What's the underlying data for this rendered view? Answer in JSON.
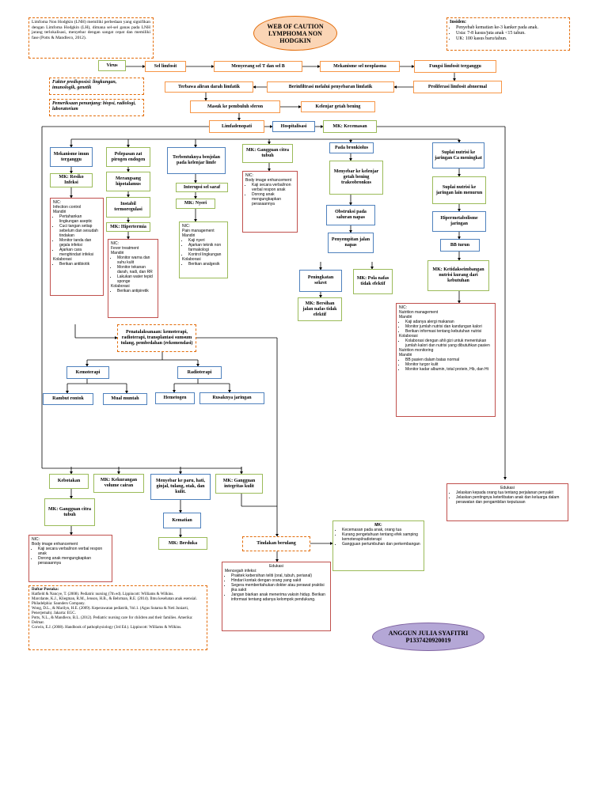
{
  "title": "WEB OF CAUTION LYMPHOMA NON HODGKIN",
  "definition": "Limfoma Non Hodgkin (LNH) memiliki perbedaan yang signifikan dengan Limfoma Hodgkin (LH), dimana sel-sel ganas pada LNH jarang terlokalisasi, menyebar dengan sangat cepat dan memiliki fase (Potts & Mandleco, 2012).",
  "insiden": {
    "label": "Insiden:",
    "items": [
      "Penyebab kematian ke-3 kanker pada anak.",
      "Usia: 7-8 kasus/juta anak <15 tahun.",
      "UK: 100 kasus baru/tahun."
    ]
  },
  "faktor": "Faktor predisposisi: lingkungan, imunologik, genetik",
  "pemeriksaan": "Pemeriksaan penunjang: biopsi, radiologi, laboratorium",
  "flow": {
    "virus": "Virus",
    "sel_limfosit": "Sel limfosit",
    "menyerang": "Menyerang sel T dan sel B",
    "mekanisme": "Mekanisme sel neoplasma",
    "fungsi": "Fungsi limfosit terganggu",
    "proliferasi": "Proliferasi limfosit abnormal",
    "berinfiltrasi": "Berinfiltrasi melalui penyebaran limfatik",
    "terbawa": "Terbawa aliran darah limfatik",
    "masuk": "Masuk ke pembuluh sferon",
    "kelenjar": "Kelenjar getah bening",
    "limfadenopati": "Limfadenopati",
    "hospitalisasi": "Hospitalisasi",
    "mk_kecemasan": "MK: Kecemasan"
  },
  "col1": {
    "mekanisme_imun": "Mekanisme imun terganggu",
    "mk": "MK: Resiko Infeksi",
    "nic": [
      "NIC:",
      "Infection control",
      "Mandiri"
    ],
    "nic_items": [
      "Pertahankan lingkungan aseptic",
      "Cuci tangan setiap sebelum dan sesudah tindakan",
      "Monitor tanda dan gejala infeksi",
      "Ajarkan cara menghindari infeksi"
    ],
    "kolab": "Kolaborasi",
    "kolab_items": [
      "Berikan antibiotik"
    ]
  },
  "col2": {
    "pelepasan": "Pelepasan zat pirogen endogen",
    "merangsang": "Merangsang hipotalamus",
    "instabil": "Instabil termoregulasi",
    "mk": "MK: Hipertermia",
    "nic": [
      "NIC:",
      "Fever treatment",
      "Mandiri"
    ],
    "nic_items": [
      "Monitor warna dan suhu kulit",
      "Monitor tekanan darah, nadi, dan RR",
      "Lakukan water tepid sponge"
    ],
    "kolab": "Kolaborasi",
    "kolab_items": [
      "Berikan antipiretik"
    ]
  },
  "col3": {
    "terbentuk": "Terbentuknya benjolan pada kelenjar limfe",
    "interupsi": "Interupsi sel saraf",
    "mk": "MK: Nyeri",
    "nic": [
      "NIC:",
      "Pain management",
      "Mandiri"
    ],
    "nic_items": [
      "Kaji nyeri",
      "Ajarkan teknik non farmakologi",
      "Kontrol lingkungan"
    ],
    "kolab": "Kolaborasi",
    "kolab_items": [
      "Berikan analgesik"
    ]
  },
  "col4": {
    "mk": "MK: Gangguan citra tubuh",
    "nic": [
      "NIC:",
      "Body image enhancement"
    ],
    "nic_items": [
      "Kaji secara verbal/non verbal respon anak",
      "Dorong anak mengungkapkan perasaannya"
    ]
  },
  "col5": {
    "bronkiolus": "Pada bronkiolus",
    "menyebar": "Menyebar ke kelenjar getah bening trakeobronkus",
    "obstruksi": "Obstruksi pada saluran napas",
    "penyempitan": "Penyempitan jalan napas",
    "peningkatan": "Peningkatan sekret",
    "mk_bersihan": "MK: Bersihan jalan nafas tidak efektif",
    "mk_pola": "MK: Pola nafas tidak efektif"
  },
  "col6": {
    "suplai": "Suplai nutrisi ke jaringan Ca meningkat",
    "suplai_lain": "Suplai nutrisi ke jaringan lain menurun",
    "hiper": "Hipermetabolisme jaringan",
    "bb": "BB turun",
    "mk": "MK: Ketidakseimbangan nutrisi kurang dari kebutuhan",
    "nic": [
      "NIC:",
      "Nutrition management",
      "Mandiri"
    ],
    "nic_items": [
      "Kaji adanya alergi makanan",
      "Monitor jumlah nutrisi dan kandungan kalori",
      "Berikan informasi tentang kebutuhan nutrisi"
    ],
    "kolab": "Kolaborasi",
    "kolab_items": [
      "Kolaborasi dengan ahli gizi untuk menentukan jumlah kalori dan nutrisi yang dibutuhkan pasien"
    ],
    "monitor": [
      "Nutrition monitoring",
      "Mandiri"
    ],
    "monitor_items": [
      "BB pasien dalam batas normal",
      "Monitor turgor kulit",
      "Monitor kadar albumin, total protein, Hb, dan Ht"
    ]
  },
  "penatalaksanaan": "Penatalaksanaan: kemoterapi, radioterapi, transplantasi sumsum tulang, pembedahan (rekomendasi)",
  "kemoterapi": "Kemoterapi",
  "radioterapi": "Radioterapi",
  "rambut": "Rambut rontok",
  "mual": "Mual muntah",
  "hemetogen": "Hemetogen",
  "rusaknya": "Rusaknya jaringan",
  "kebotakan": "Kebotakan",
  "mk_kekurangan": "MK: Kekurangan volume cairan",
  "menyebar_kapara": "Menyebar ke paru, hati, ginjal, tulang, otak, dan kulit.",
  "mk_integritas": "MK: Gangguan integritas kulit",
  "mk_citra2": "MK: Gangguan citra tubuh",
  "kematian": "Kematian",
  "mk_berduka": "MK: Berduka",
  "nic_citra2": {
    "head": [
      "NIC:",
      "Body image enhancement"
    ],
    "items": [
      "Kaji secara verbal/non verbal respon anak",
      "Dorong anak mengungkapkan perasaannya"
    ]
  },
  "tindakan": "Tindakan berulang",
  "edukasi_bawah": {
    "title": "Edukasi",
    "head": "Mencegah infeksi:",
    "items": [
      "Praktek kebersihan teliti (oral, tubuh, perianal)",
      "Hindari kontak dengan orang yang sakit",
      "Segera memberitahukan dokter atau perawat praktisi jika sakit",
      "Jangan biarkan anak menerima vaksin hidup. Berikan informasi tentang adanya kelompok pendukung."
    ]
  },
  "mk_list": {
    "title": "MK:",
    "items": [
      "Kecemasan pada anak, orang tua",
      "Kurang pengetahuan tentang efek samping kemoterapi/radioterapi",
      "Gangguan pertumbuhan dan perkembangan"
    ]
  },
  "edukasi_kanan": {
    "title": "Edukasi",
    "items": [
      "Jelaskan kepada orang tua tentang perjalanan penyakit",
      "Jelaskan pentingnya keterlibatan anak dan keluarga dalam perawatan dan pengambilan keputusan"
    ]
  },
  "pustaka": {
    "title": "Daftar Pustaka:",
    "items": [
      "Hatfield & Nancye, T. (2008). Pediatric nursing (7th ed). Lippincott: Williams & Wilkins.",
      "Marcdante, K.J., Kliegman, R.M., Jenson, H.B., & Behrman, R.E. (2014). Ilmu kesehatan anak esensial. Philadelphia: Saunders Company.",
      "Wong, D.L., & Marilyn, H.E. (2009). Keperawatan pediatrik, Vol.1. (Agus Sutarna & Neti Juniarti, Penerjemah). Jakarta: EGC.",
      "Potts, N.L., & Mandleco, B.L. (2012). Pediatric nursing care for children and their families. Amerika: Delmar.",
      "Corwin, E.J. (2008). Handbook of pathophysiology (3rd Ed.). Lippincott: Williams & Wilkins."
    ]
  },
  "author": "ANGGUN JULIA SYAFITRI P1337420920019"
}
